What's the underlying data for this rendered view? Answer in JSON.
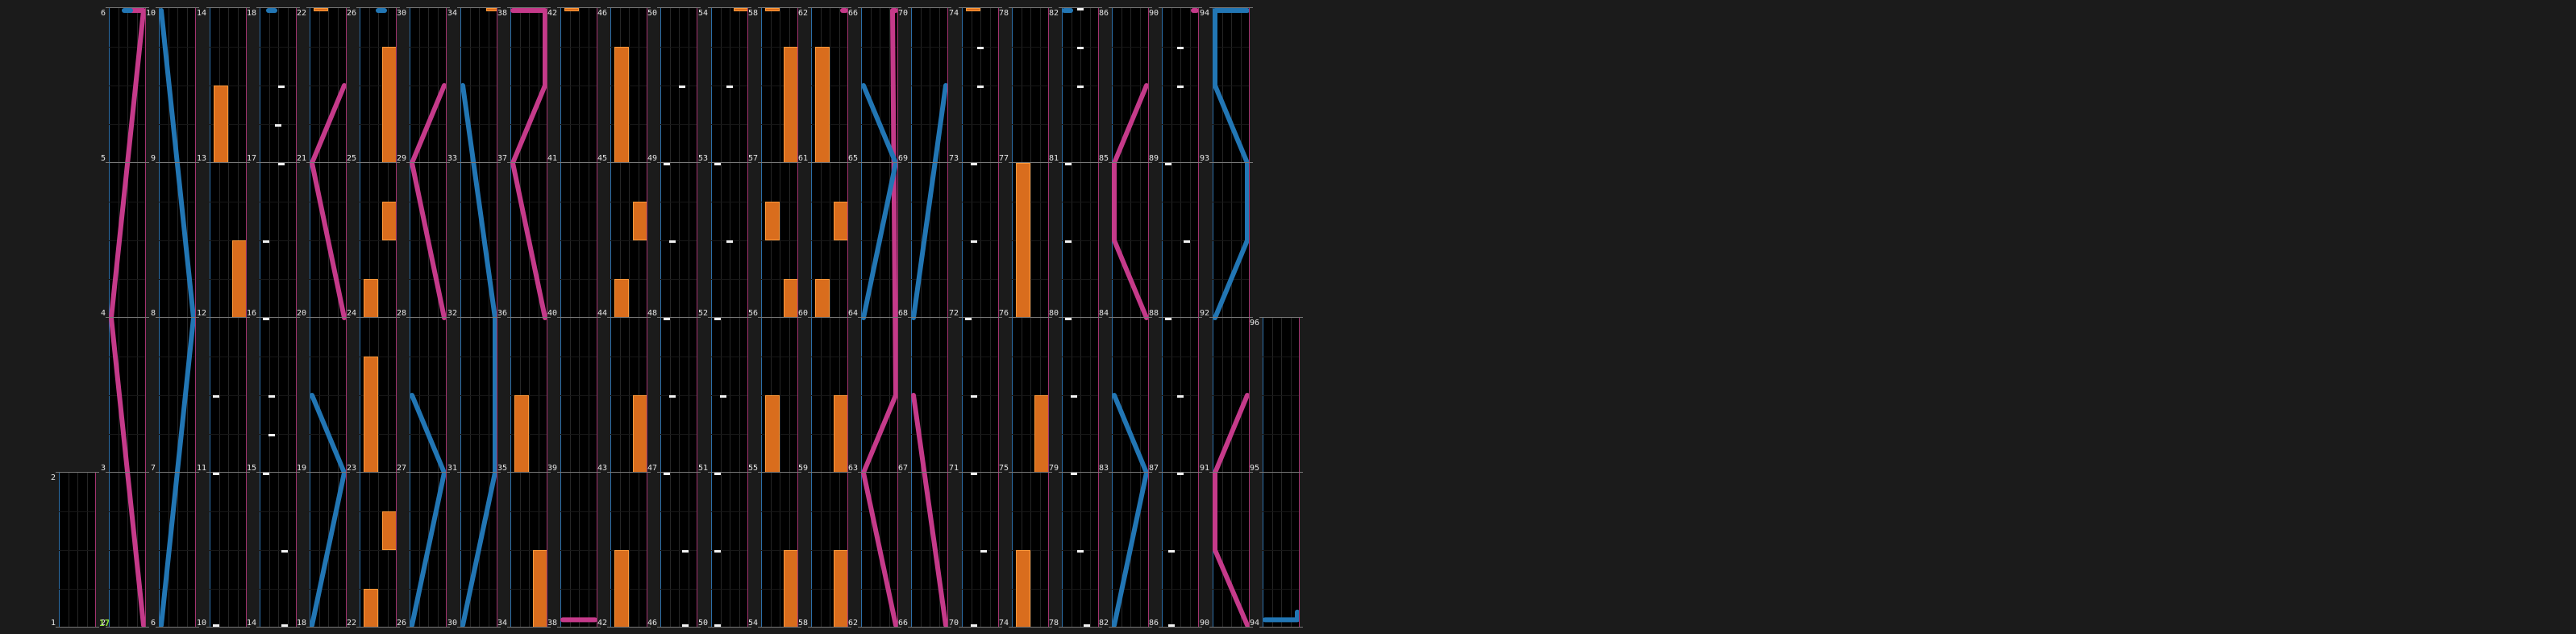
{
  "colors": {
    "background": "#1b1b1b",
    "lane": "#000000",
    "left_edge": "#2d6fa8",
    "right_edge": "#a3336f",
    "hold_note": "#d96d1d",
    "tap_note": "#f2f2f2",
    "slide_pink": "#c53a8a",
    "slide_blue": "#2276b4",
    "combo_text": "#8ee234"
  },
  "combo": "172",
  "columns": [
    {
      "measures": [
        "1",
        "2"
      ],
      "notes": {
        "tap": [],
        "hold": [],
        "pink": [],
        "blue": []
      }
    },
    {
      "measures": [
        "2",
        "3",
        "4",
        "5",
        "6"
      ],
      "notes": {
        "tap": [],
        "hold": [],
        "pink": [
          [
            1,
            0
          ],
          [
            0,
            2
          ],
          [
            1,
            4
          ],
          [
            0.5,
            5
          ]
        ],
        "blue": [
          [
            0.4,
            5
          ],
          [
            0.6,
            4.95
          ]
        ]
      }
    },
    {
      "measures": [
        "6",
        "7",
        "8",
        "9",
        "10"
      ],
      "notes": {
        "tap": [
          [
            0.8,
            4.96
          ]
        ],
        "hold": [],
        "pink": [],
        "blue": [
          [
            0,
            0
          ],
          [
            1,
            2
          ],
          [
            0,
            4
          ]
        ]
      }
    },
    {
      "measures": [
        "10",
        "11",
        "12",
        "13",
        "14"
      ],
      "notes": {
        "tap": [
          [
            0.1,
            0
          ],
          [
            0.1,
            1
          ],
          [
            0.1,
            1.5
          ],
          [
            0.8,
            4.96
          ]
        ],
        "hold": [
          [
            0.6,
            2,
            2.5
          ],
          [
            0.1,
            3,
            3.5
          ]
        ],
        "pink": [],
        "blue": []
      }
    },
    {
      "measures": [
        "14",
        "15",
        "16",
        "17",
        "18"
      ],
      "notes": {
        "tap": [
          [
            0.7,
            0
          ],
          [
            0.7,
            0.5
          ],
          [
            0.1,
            1
          ],
          [
            0.3,
            1.25
          ],
          [
            0.3,
            1.5
          ],
          [
            0.1,
            2
          ],
          [
            0.1,
            2.5
          ],
          [
            0.6,
            3
          ],
          [
            0.5,
            3.25
          ],
          [
            0.6,
            3.5
          ]
        ],
        "hold": [],
        "pink": [],
        "blue": [
          [
            0.2,
            4.9
          ],
          [
            0.4,
            5
          ]
        ]
      }
    },
    {
      "measures": [
        "18",
        "19",
        "20",
        "21",
        "22"
      ],
      "notes": {
        "tap": [],
        "hold": [
          [
            0.1,
            4.85,
            5
          ]
        ],
        "pink": [
          [
            1,
            2
          ],
          [
            0,
            3
          ],
          [
            1,
            3.5
          ]
        ],
        "blue": [
          [
            0,
            0
          ],
          [
            1,
            1
          ],
          [
            0,
            1.5
          ]
        ]
      }
    },
    {
      "measures": [
        "22",
        "23",
        "24",
        "25",
        "26"
      ],
      "notes": {
        "tap": [],
        "hold": [
          [
            0.1,
            0,
            0.25
          ],
          [
            0.6,
            0.5,
            0.75
          ],
          [
            0.1,
            1,
            1.75
          ],
          [
            0.1,
            2,
            2.25
          ],
          [
            0.6,
            2.5,
            2.75
          ],
          [
            0.6,
            3,
            3.75
          ]
        ],
        "pink": [],
        "blue": [
          [
            0.5,
            4.9
          ],
          [
            0.7,
            5
          ]
        ]
      }
    },
    {
      "measures": [
        "26",
        "27",
        "28",
        "29",
        "30"
      ],
      "notes": {
        "tap": [],
        "hold": [],
        "pink": [
          [
            1,
            2
          ],
          [
            0,
            3
          ],
          [
            1,
            3.5
          ]
        ],
        "blue": [
          [
            0,
            0
          ],
          [
            1,
            1
          ],
          [
            0,
            1.5
          ]
        ]
      }
    },
    {
      "measures": [
        "30",
        "31",
        "32",
        "33",
        "34"
      ],
      "notes": {
        "tap": [],
        "hold": [
          [
            0.7,
            4.9,
            5
          ]
        ],
        "pink": [],
        "blue": [
          [
            0,
            0
          ],
          [
            1,
            1
          ],
          [
            1,
            2
          ],
          [
            0,
            3.5
          ]
        ]
      }
    },
    {
      "measures": [
        "34",
        "35",
        "36",
        "37",
        "38"
      ],
      "notes": {
        "tap": [],
        "hold": [
          [
            0.6,
            0,
            0.5
          ],
          [
            0.1,
            1,
            1.5
          ]
        ],
        "pink": [
          [
            1,
            2
          ],
          [
            0,
            3
          ],
          [
            1,
            3.5
          ],
          [
            1,
            4
          ],
          [
            1,
            5
          ],
          [
            0,
            5
          ]
        ],
        "blue": []
      }
    },
    {
      "measures": [
        "38",
        "39",
        "40",
        "41",
        "42"
      ],
      "notes": {
        "tap": [],
        "hold": [
          [
            0.1,
            4.9,
            5
          ]
        ],
        "pink": [
          [
            0,
            0.05
          ],
          [
            1,
            0.05
          ]
        ],
        "blue": []
      }
    },
    {
      "measures": [
        "42",
        "43",
        "44",
        "45",
        "46"
      ],
      "notes": {
        "tap": [
          [
            0.8,
            4.96
          ]
        ],
        "hold": [
          [
            0.1,
            0,
            0.5
          ],
          [
            0.6,
            1,
            1.5
          ],
          [
            0.1,
            2,
            2.25
          ],
          [
            0.6,
            2.5,
            2.75
          ],
          [
            0.1,
            3,
            3.75
          ]
        ],
        "pink": [],
        "blue": []
      }
    },
    {
      "measures": [
        "46",
        "47",
        "48",
        "49",
        "50"
      ],
      "notes": {
        "tap": [
          [
            0.7,
            0
          ],
          [
            0.7,
            0.5
          ],
          [
            0.1,
            1
          ],
          [
            0.3,
            1.5
          ],
          [
            0.1,
            2
          ],
          [
            0.3,
            2.5
          ],
          [
            0.1,
            3
          ],
          [
            0.6,
            3.5
          ],
          [
            0.6,
            4.96
          ]
        ],
        "hold": [],
        "pink": [],
        "blue": []
      }
    },
    {
      "measures": [
        "50",
        "51",
        "52",
        "53",
        "54"
      ],
      "notes": {
        "tap": [
          [
            0.1,
            0
          ],
          [
            0.1,
            0.5
          ],
          [
            0.1,
            1
          ],
          [
            0.3,
            1.5
          ],
          [
            0.1,
            2
          ],
          [
            0.5,
            2.5
          ],
          [
            0.1,
            3
          ],
          [
            0.5,
            3.5
          ],
          [
            0.1,
            4.96
          ]
        ],
        "hold": [
          [
            0.6,
            4.9,
            5
          ]
        ],
        "pink": [],
        "blue": []
      }
    },
    {
      "measures": [
        "54",
        "55",
        "56",
        "57",
        "58"
      ],
      "notes": {
        "tap": [],
        "hold": [
          [
            0.6,
            0,
            0.5
          ],
          [
            0.1,
            1,
            1.5
          ],
          [
            0.6,
            2,
            2.25
          ],
          [
            0.1,
            2.5,
            2.75
          ],
          [
            0.6,
            3,
            3.75
          ],
          [
            0.1,
            4.9,
            5
          ]
        ],
        "pink": [],
        "blue": []
      }
    },
    {
      "measures": [
        "58",
        "59",
        "60",
        "61",
        "62"
      ],
      "notes": {
        "tap": [],
        "hold": [
          [
            0.6,
            0,
            0.5
          ],
          [
            0.6,
            1,
            1.5
          ],
          [
            0.1,
            2,
            2.25
          ],
          [
            0.6,
            2.5,
            2.75
          ],
          [
            0.1,
            3,
            3.75
          ]
        ],
        "pink": [
          [
            0.9,
            4.9
          ],
          [
            1,
            5
          ]
        ],
        "blue": []
      }
    },
    {
      "measures": [
        "62",
        "63",
        "64",
        "65",
        "66"
      ],
      "notes": {
        "tap": [],
        "hold": [],
        "pink": [
          [
            1,
            0
          ],
          [
            0,
            1
          ],
          [
            1,
            1.5
          ],
          [
            0.9,
            4.9
          ],
          [
            1,
            5
          ]
        ],
        "blue": [
          [
            0,
            2
          ],
          [
            1,
            3
          ],
          [
            0,
            3.5
          ]
        ]
      }
    },
    {
      "measures": [
        "66",
        "67",
        "68",
        "69",
        "70"
      ],
      "notes": {
        "tap": [
          [
            0.8,
            4.96
          ]
        ],
        "hold": [],
        "pink": [
          [
            1,
            0
          ],
          [
            0,
            1.5
          ]
        ],
        "blue": [
          [
            0,
            2
          ],
          [
            1,
            3.5
          ]
        ]
      }
    },
    {
      "measures": [
        "70",
        "71",
        "72",
        "73",
        "74"
      ],
      "notes": {
        "tap": [
          [
            0.3,
            0
          ],
          [
            0.6,
            0.5
          ],
          [
            0.3,
            1
          ],
          [
            0.3,
            1.5
          ],
          [
            0.3,
            1.5
          ],
          [
            0.1,
            2
          ],
          [
            0.3,
            2.5
          ],
          [
            0.3,
            3
          ],
          [
            0.5,
            3.5
          ],
          [
            0.5,
            3.75
          ]
        ],
        "hold": [
          [
            0.1,
            4.9,
            5
          ]
        ],
        "pink": [],
        "blue": []
      }
    },
    {
      "measures": [
        "74",
        "75",
        "76",
        "77",
        "78"
      ],
      "notes": {
        "tap": [
          [
            0.7,
            4.96
          ]
        ],
        "hold": [
          [
            0.1,
            0,
            0.5
          ],
          [
            0.6,
            1,
            1.5
          ],
          [
            0.1,
            2,
            3
          ]
        ],
        "pink": [],
        "blue": []
      }
    },
    {
      "measures": [
        "78",
        "79",
        "80",
        "81",
        "82"
      ],
      "notes": {
        "tap": [
          [
            0.7,
            0
          ],
          [
            0.5,
            0.5
          ],
          [
            0.3,
            1
          ],
          [
            0.3,
            1.5
          ],
          [
            0.1,
            2
          ],
          [
            0.1,
            2.5
          ],
          [
            0.1,
            3
          ],
          [
            0.5,
            3.5
          ],
          [
            0.5,
            3.75
          ],
          [
            0.5,
            4
          ]
        ],
        "hold": [],
        "pink": [],
        "blue": [
          [
            0,
            4.9
          ],
          [
            0.2,
            5
          ]
        ]
      }
    },
    {
      "measures": [
        "82",
        "83",
        "84",
        "85",
        "86"
      ],
      "notes": {
        "tap": [
          [
            0.8,
            4.96
          ]
        ],
        "hold": [],
        "pink": [
          [
            1,
            2
          ],
          [
            0,
            2.5
          ],
          [
            0,
            3
          ],
          [
            1,
            3.5
          ]
        ],
        "blue": [
          [
            0,
            0
          ],
          [
            1,
            1
          ],
          [
            0,
            1.5
          ]
        ]
      }
    },
    {
      "measures": [
        "86",
        "87",
        "88",
        "89",
        "90"
      ],
      "notes": {
        "tap": [
          [
            0.2,
            0
          ],
          [
            0.2,
            0.5
          ],
          [
            0.5,
            1
          ],
          [
            0.5,
            1.5
          ],
          [
            0.1,
            2
          ],
          [
            0.7,
            2.5
          ],
          [
            0.1,
            3
          ],
          [
            0.5,
            3.5
          ],
          [
            0.5,
            3.75
          ]
        ],
        "hold": [],
        "pink": [
          [
            0.9,
            4.9
          ],
          [
            1,
            5
          ]
        ],
        "blue": []
      }
    },
    {
      "measures": [
        "90",
        "91",
        "92",
        "93",
        "94"
      ],
      "notes": {
        "tap": [],
        "hold": [],
        "pink": [
          [
            1,
            0
          ],
          [
            0,
            0.5
          ],
          [
            0,
            1
          ],
          [
            1,
            1.5
          ]
        ],
        "blue": [
          [
            0,
            2
          ],
          [
            1,
            2.5
          ],
          [
            1,
            3
          ],
          [
            0,
            3.5
          ],
          [
            0,
            5
          ],
          [
            1,
            5
          ]
        ]
      }
    },
    {
      "measures": [
        "94",
        "95",
        "96"
      ],
      "notes": {
        "tap": [],
        "hold": [],
        "pink": [],
        "blue": [
          [
            0,
            0.05
          ],
          [
            1,
            0.05
          ],
          [
            1,
            0.1
          ]
        ]
      }
    }
  ]
}
